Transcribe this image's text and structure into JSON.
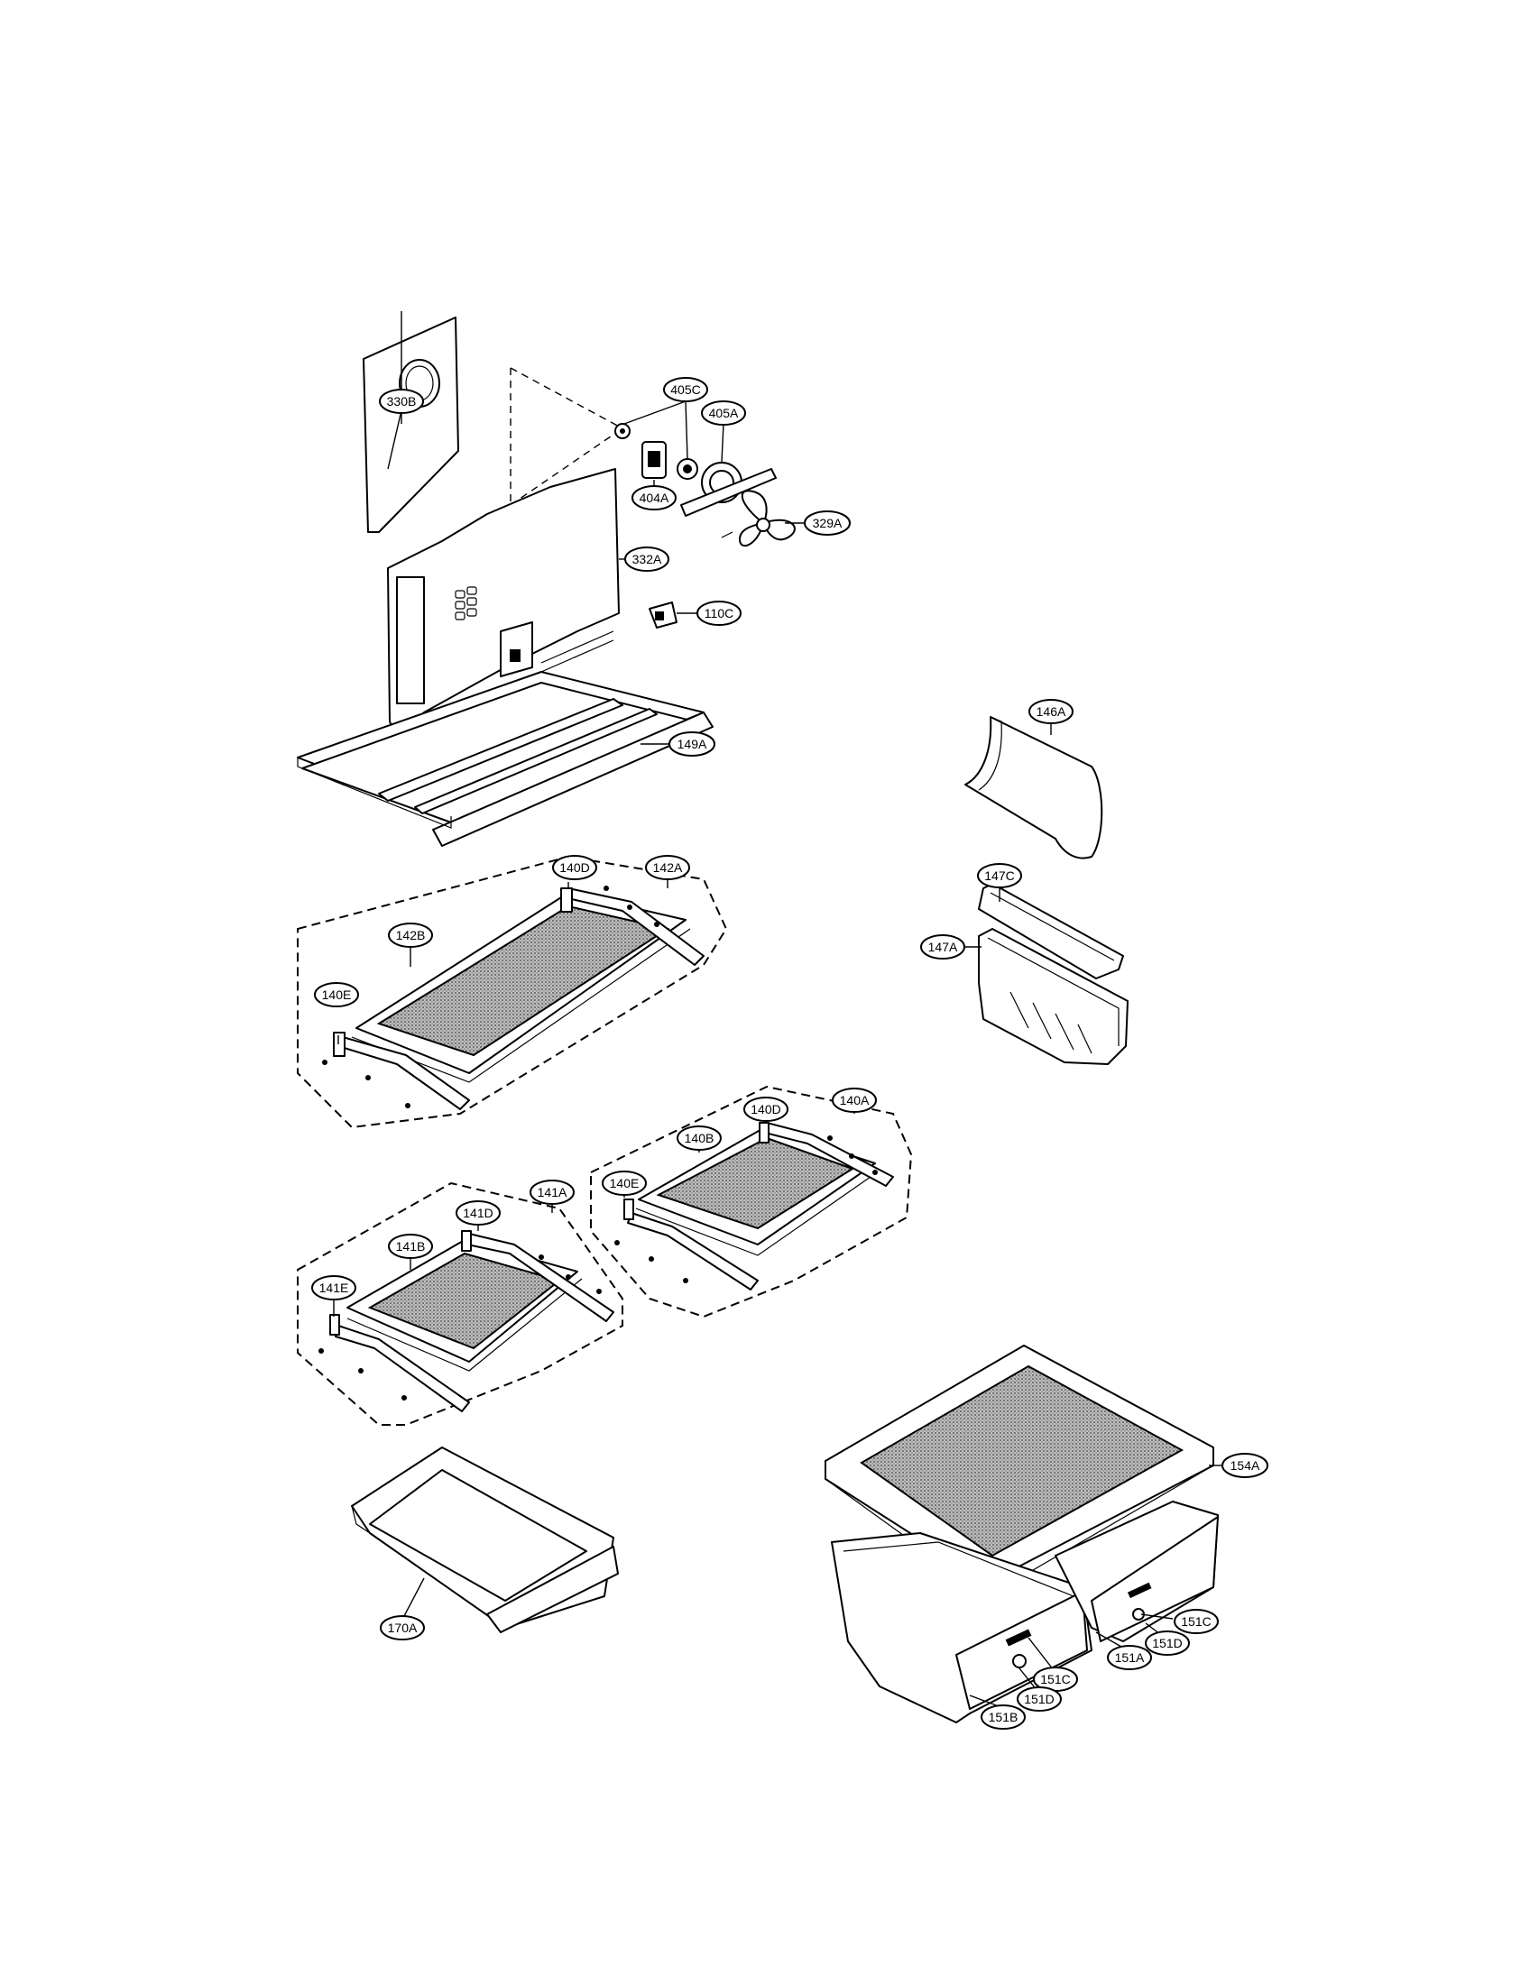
{
  "diagram": {
    "labels": [
      {
        "id": "330B",
        "text": "330B"
      },
      {
        "id": "405C",
        "text": "405C"
      },
      {
        "id": "405A",
        "text": "405A"
      },
      {
        "id": "404A",
        "text": "404A"
      },
      {
        "id": "329A",
        "text": "329A"
      },
      {
        "id": "332A",
        "text": "332A"
      },
      {
        "id": "110C",
        "text": "110C"
      },
      {
        "id": "149A",
        "text": "149A"
      },
      {
        "id": "146A",
        "text": "146A"
      },
      {
        "id": "140D_top",
        "text": "140D"
      },
      {
        "id": "142A",
        "text": "142A"
      },
      {
        "id": "142B",
        "text": "142B"
      },
      {
        "id": "140E_top",
        "text": "140E"
      },
      {
        "id": "147C",
        "text": "147C"
      },
      {
        "id": "147A",
        "text": "147A"
      },
      {
        "id": "140D",
        "text": "140D"
      },
      {
        "id": "140A",
        "text": "140A"
      },
      {
        "id": "140B",
        "text": "140B"
      },
      {
        "id": "140E",
        "text": "140E"
      },
      {
        "id": "141D",
        "text": "141D"
      },
      {
        "id": "141A",
        "text": "141A"
      },
      {
        "id": "141B",
        "text": "141B"
      },
      {
        "id": "141E",
        "text": "141E"
      },
      {
        "id": "154A",
        "text": "154A"
      },
      {
        "id": "170A",
        "text": "170A"
      },
      {
        "id": "151C_r",
        "text": "151C"
      },
      {
        "id": "151D_r",
        "text": "151D"
      },
      {
        "id": "151A",
        "text": "151A"
      },
      {
        "id": "151C_l",
        "text": "151C"
      },
      {
        "id": "151D_l",
        "text": "151D"
      },
      {
        "id": "151B",
        "text": "151B"
      }
    ]
  }
}
